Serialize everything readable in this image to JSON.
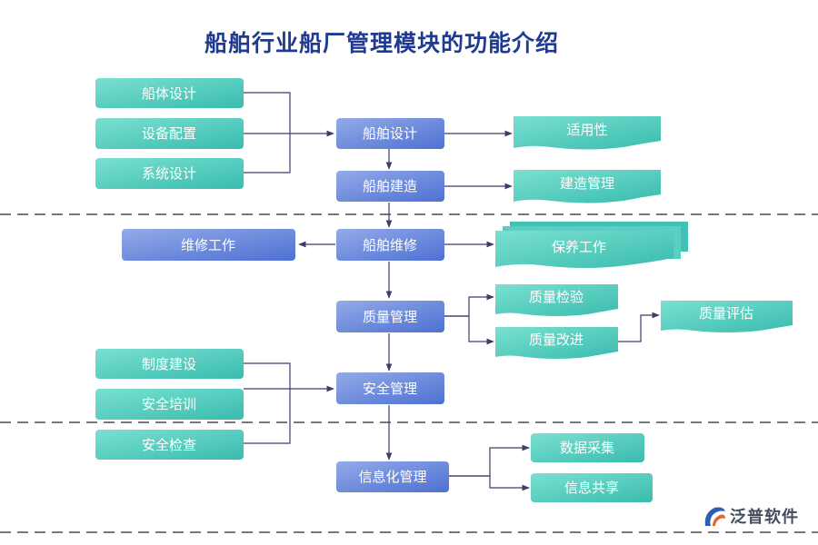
{
  "title": "船舶行业船厂管理模块的功能介绍",
  "left_group_1": [
    "船体设计",
    "设备配置",
    "系统设计"
  ],
  "left_group_2": [
    "制度建设",
    "安全培训",
    "安全检查"
  ],
  "main_flow": [
    "船舶设计",
    "船舶建造",
    "船舶维修",
    "质量管理",
    "安全管理",
    "信息化管理"
  ],
  "design_output": "适用性",
  "build_output": "建造管理",
  "maintenance_left": "维修工作",
  "maintenance_right": "保养工作",
  "quality_outputs": [
    "质量检验",
    "质量改进"
  ],
  "quality_eval": "质量评估",
  "info_outputs": [
    "数据采集",
    "信息共享"
  ],
  "logo": {
    "text": "泛普软件"
  },
  "colors": {
    "blue_gradient_start": "#8fa8e6",
    "blue_gradient_end": "#4a6fd1",
    "teal_gradient_start": "#6fd9c9",
    "teal_gradient_end": "#3cbfb0",
    "title": "#1f3a93",
    "line": "#3a3f6b"
  }
}
